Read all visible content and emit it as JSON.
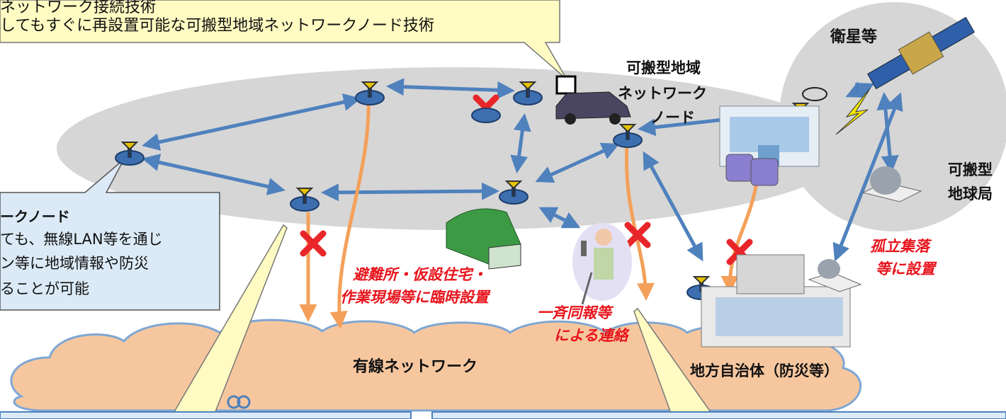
{
  "top_callout": {
    "line1": "ネットワーク接続技術",
    "line2": "してもすぐに再設置可能な可搬型地域ネットワークノード技術"
  },
  "left_callout": {
    "title": "ークノード",
    "line1": "ても、無線LAN等を通じ",
    "line2": "ン等に地域情報や防災",
    "line3": "ることが可能"
  },
  "labels": {
    "satellite": "衛星等",
    "portable_node": [
      "可搬型地域",
      "ネットワーク",
      "ノード"
    ],
    "earth_station": [
      "可搬型",
      "地球局"
    ],
    "isolated": [
      "孤立集落",
      "等に設置"
    ],
    "shelter": [
      "避難所・仮設住宅・",
      "作業現場等に臨時設置"
    ],
    "broadcast": [
      "一斉同報等",
      "による連絡"
    ],
    "wired": "有線ネットワーク",
    "municipality": "地方自治体（防災等）"
  },
  "colors": {
    "blue_link": "#4f81bd",
    "orange_link": "#f4a05a",
    "red_x": "#e8262a",
    "cloud": "#f6c79f",
    "cloud_edge": "#7fa7d3",
    "ellipse": "#d6d6d6",
    "callout_yellow": "#fffbc2",
    "callout_blue": "#dbeaf6"
  },
  "icons": [
    "antenna-node-icon",
    "satellite-icon",
    "car-icon",
    "hospital-icon",
    "city-hall-icon",
    "greenhouse-icon",
    "elderly-person-icon",
    "parabolic-antenna-icon",
    "lightning-icon",
    "handset-icon",
    "laptop-icon",
    "cross-mark-icon"
  ]
}
